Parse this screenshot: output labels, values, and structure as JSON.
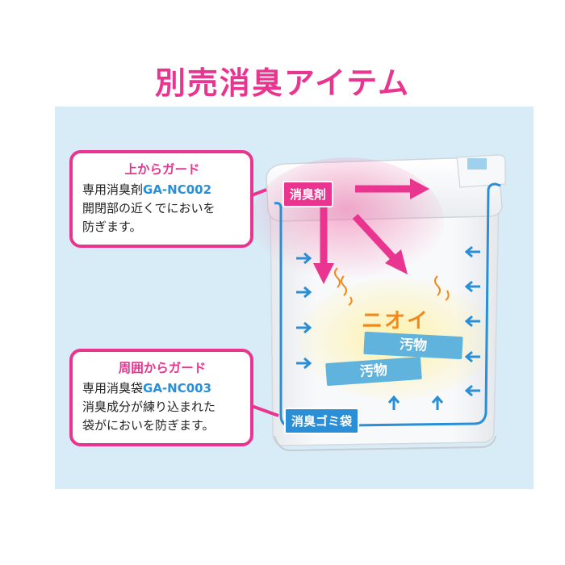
{
  "page": {
    "heading": "別売消臭アイテム"
  },
  "top_guard": {
    "title": "上からガード",
    "line1_prefix": "専用消臭剤",
    "product_code": "GA-NC002",
    "line2": "開閉部の近くでにおいを",
    "line3": "防ぎます。"
  },
  "side_guard": {
    "title": "周囲からガード",
    "line1_prefix": "専用消臭袋",
    "product_code": "GA-NC003",
    "line2": "消臭成分が練り込まれた",
    "line3": "袋がにおいを防ぎます。"
  },
  "diagram": {
    "deodorant_tag": "消臭剤",
    "bag_tag": "消臭ゴミ袋",
    "odor_label": "ニオイ",
    "dirt_label_1": "汚物",
    "dirt_label_2": "汚物"
  },
  "colors": {
    "magenta": "#e9358f",
    "blue": "#2a8fd6",
    "orange": "#f08a1c",
    "panel_bg": "#d7ecf6",
    "bin_body": "#f3f5f7"
  }
}
